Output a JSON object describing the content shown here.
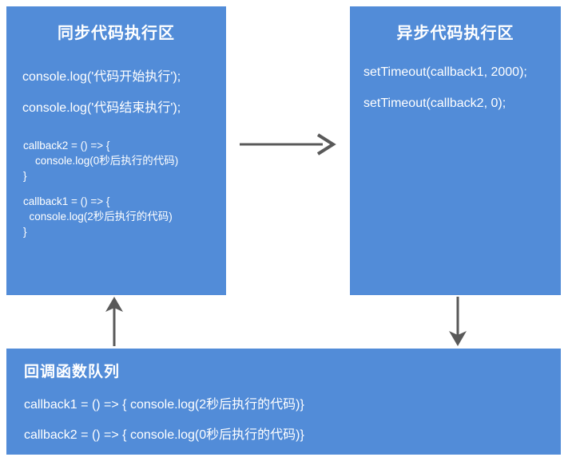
{
  "diagram": {
    "title": "JavaScript event loop diagram",
    "accent_color": "#528CD8",
    "arrow_color": "#595959",
    "text_color": "#FFFFFF"
  },
  "sync_box": {
    "title": "同步代码执行区",
    "lines": [
      "console.log('代码开始执行');",
      "console.log('代码结束执行');"
    ],
    "callback2_block": "callback2 = () => {\n    console.log(0秒后执行的代码)\n}",
    "callback1_block": "callback1 = () => {\n  console.log(2秒后执行的代码)\n}"
  },
  "async_box": {
    "title": "异步代码执行区",
    "lines": [
      "setTimeout(callback1, 2000);",
      "setTimeout(callback2, 0);"
    ]
  },
  "queue_box": {
    "title": "回调函数队列",
    "lines": [
      "callback1 = () => { console.log(2秒后执行的代码)}",
      "callback2 = () => { console.log(0秒后执行的代码)}"
    ]
  },
  "arrows": {
    "sync_to_async": "arrow-right-icon",
    "async_to_queue": "arrow-down-icon",
    "queue_to_sync": "arrow-up-icon"
  }
}
